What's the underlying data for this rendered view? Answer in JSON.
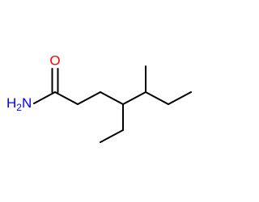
{
  "molecule": {
    "atoms": {
      "oxygen": {
        "symbol": "O",
        "color": "#ff0000"
      },
      "amide_n": {
        "symbol": "H",
        "subscript": "2",
        "tail": "N",
        "color": "#0000ff"
      }
    },
    "bond_color": "#000000"
  }
}
